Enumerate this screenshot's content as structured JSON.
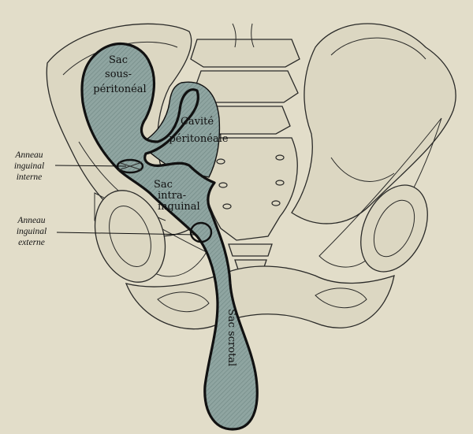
{
  "figure": {
    "colors": {
      "background": "#e2ddc9",
      "bone_fill": "#dcd7c2",
      "sac_fill": "#8fa5a1",
      "outline": "#111111"
    },
    "labels": {
      "sac_sous_1": "Sac",
      "sac_sous_2": "sous-",
      "sac_sous_3": "péritonéal",
      "cavite_1": "Cavité",
      "cavite_2": "péritonéale",
      "sac_intra_1": "Sac",
      "sac_intra_2": "intra-",
      "sac_intra_3": "inguinal",
      "sac_scrotal": "Sac scrotal",
      "anneau_interne_1": "Anneau",
      "anneau_interne_2": "inguinal",
      "anneau_interne_3": "interne",
      "anneau_externe_1": "Anneau",
      "anneau_externe_2": "inguinal",
      "anneau_externe_3": "externe"
    }
  }
}
